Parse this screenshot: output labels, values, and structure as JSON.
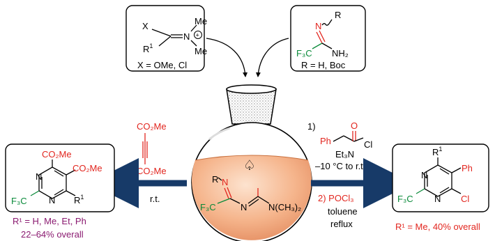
{
  "reagent_left": {
    "x_label": "X",
    "n_label": "N",
    "me_top": "Me",
    "me_bottom": "Me",
    "charge": "+",
    "r1_label": "R",
    "r1_sup": "1",
    "caption": "X = OMe, Cl"
  },
  "reagent_right": {
    "n_label": "N",
    "r_label": "R",
    "cf3_label": "F₃C",
    "nh2_label": "NH₂",
    "caption": "R = H, Boc"
  },
  "flask": {
    "r_label": "R",
    "n1": "N",
    "n2": "N",
    "cf3_label": "F₃C",
    "nme2_label": "N(CH₃)₂",
    "stir_symbol": "♤"
  },
  "left_conditions": {
    "co2me_top": "CO₂Me",
    "co2me_bottom": "CO₂Me",
    "temp": "r.t."
  },
  "right_conditions": {
    "step1": "1)",
    "ph_label": "Ph",
    "o_label": "O",
    "cl_label": "Cl",
    "base": "Et₃N",
    "temp": "–10 °C to r.t.",
    "step2": "2) POCl₃",
    "solvent": "toluene",
    "reflux": "reflux"
  },
  "product_left": {
    "co2me_top": "CO₂Me",
    "co2me_side": "CO₂Me",
    "cf3_label": "F₃C",
    "n_top": "N",
    "n_bottom": "N",
    "r1_label": "R",
    "r1_sup": "1",
    "caption_line1": "R¹ = H, Me, Et, Ph",
    "caption_line2": "22–64% overall"
  },
  "product_right": {
    "r1_label": "R",
    "r1_sup": "1",
    "ph_label": "Ph",
    "cf3_label": "F₃C",
    "n_top": "N",
    "n_bottom": "N",
    "cl_label": "Cl",
    "caption": "R¹ = Me, 40% overall"
  },
  "colors": {
    "red": "#e2261f",
    "green": "#0a8a3a",
    "purple": "#8a1a70",
    "arrow": "#173a68",
    "flask_fill": "#f3b48f"
  }
}
